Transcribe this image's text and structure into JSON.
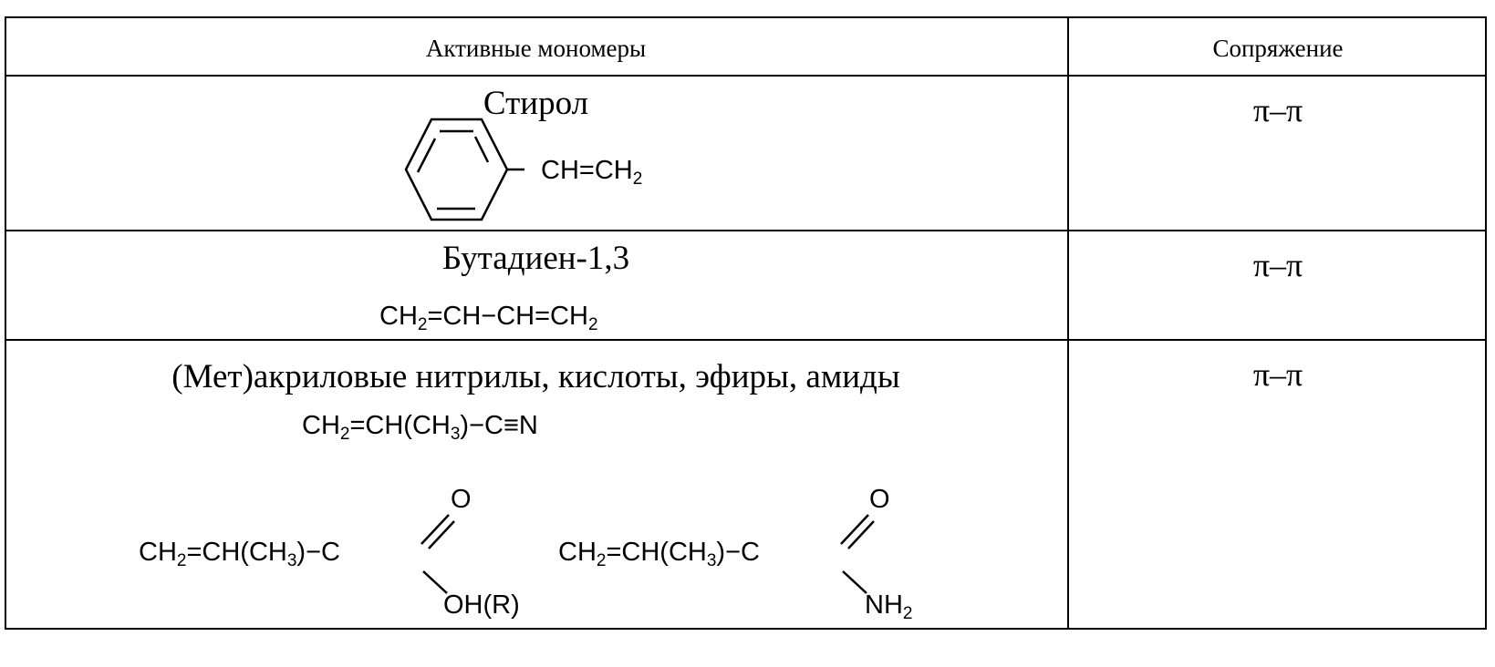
{
  "table": {
    "headers": {
      "monomers": "Активные мономеры",
      "conjugation": "Сопряжение"
    },
    "rows": [
      {
        "name": "Стирол",
        "formula_parts": [
          "CH",
          "=",
          "CH",
          "2"
        ],
        "conjugation": "π–π"
      },
      {
        "name": "Бутадиен-1,3",
        "formula_parts": [
          "CH",
          "2",
          "=CH−CH=CH",
          "2"
        ],
        "conjugation": "π–π"
      },
      {
        "name": "(Мет)акриловые нитрилы, кислоты, эфиры, амиды",
        "nitrile_parts": [
          "CH",
          "2",
          "=CH(CH",
          "3",
          ")−C≡N"
        ],
        "acid_parts": [
          "CH",
          "2",
          "=CH(CH",
          "3",
          ")−C"
        ],
        "acid_oxygen": "O",
        "acid_group": "OH(R)",
        "amide_parts": [
          "CH",
          "2",
          "=CH(CH",
          "3",
          ")−C"
        ],
        "amide_oxygen": "O",
        "amide_group": [
          "NH",
          "2"
        ],
        "conjugation": "π–π"
      }
    ]
  }
}
